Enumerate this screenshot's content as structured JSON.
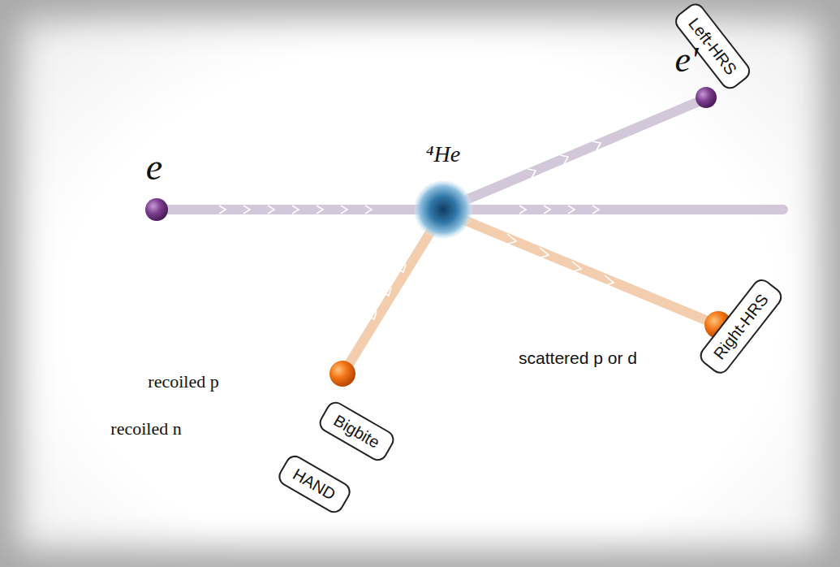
{
  "diagram": {
    "nodes": [
      {
        "text": [
          "Left-HRS"
        ]
      },
      {
        "text": [
          "Right-HRS"
        ]
      },
      {
        "text": [
          "Bigbite"
        ]
      },
      {
        "text": [
          "HAND"
        ]
      }
    ],
    "labels": [
      "e",
      "⁴He",
      "e′",
      "scattered p or d",
      "recoiled p",
      "recoiled n"
    ]
  }
}
